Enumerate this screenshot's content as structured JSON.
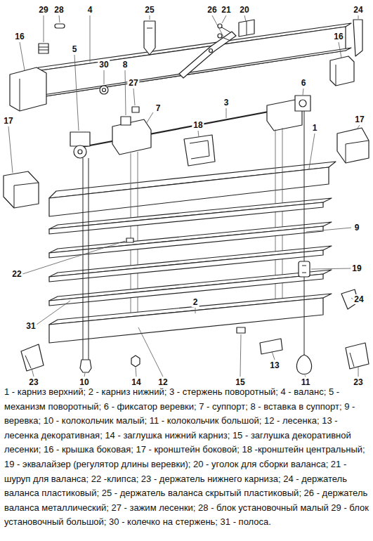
{
  "diagram": {
    "caption": "1 - карниз верхний; 2 - карниз нижний; 3 - стержень поворотный; 4 - валанс; 5 - механизм поворотный; 6 - фиксатор веревки; 7 - суппорт; 8 - вставка в суппорт; 9 - веревка; 10 - колокольчик малый; 11 - колокольчик большой; 12 - лесенка; 13 - лесенка декоративная; 14 - заглушка нижний карниз; 15 - заглушка декоративной лесенки; 16 - крышка боковая; 17 - кронштейн боковой; 18 -кронштейн центральный; 19 - эквалайзер (регулятор длины веревки); 20 - уголок для сборки валанса; 21 - шуруп для валанса; 22 -клипса; 23 - держатель нижнего карниза; 24 - держатель валанса пластиковый; 25 - держатель валанса скрытый пластиковый; 26 - держатель валанса металлический; 27 - зажим лесенки; 28 - блок установочный малый 29 - блок установочный большой; 30 - колечко на стержень; 31 - полоса.",
    "labels": [
      "29",
      "28",
      "4",
      "25",
      "26",
      "21",
      "20",
      "24",
      "16",
      "5",
      "30",
      "8",
      "27",
      "7",
      "6",
      "3",
      "16",
      "18",
      "17",
      "1",
      "17",
      "9",
      "22",
      "19",
      "24",
      "31",
      "2",
      "23",
      "10",
      "14",
      "12",
      "13",
      "15",
      "11",
      "23"
    ]
  }
}
